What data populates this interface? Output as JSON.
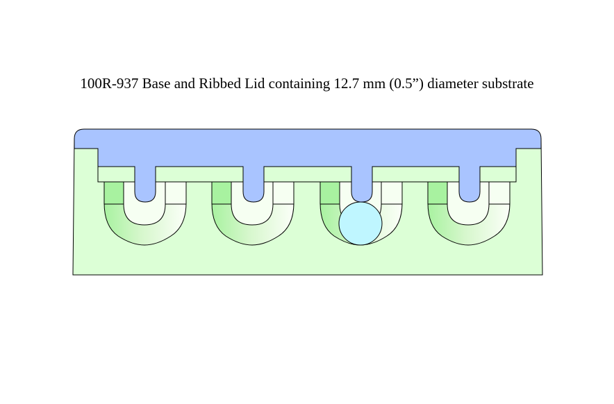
{
  "title": "100R-937 Base and Ribbed Lid containing 12.7 mm (0.5”) diameter substrate",
  "colors": {
    "lid": "#a9c4ff",
    "base": "#dcffd6",
    "cavity_wall_dark": "#a8f2a0",
    "cavity_wall_mid": "#cdf5c4",
    "cavity_wall_light": "#f6fff2",
    "substrate": "#bff6ff",
    "outline": "#000000"
  },
  "diagram": {
    "pocket_count": 4,
    "occupied_pocket": 3
  }
}
